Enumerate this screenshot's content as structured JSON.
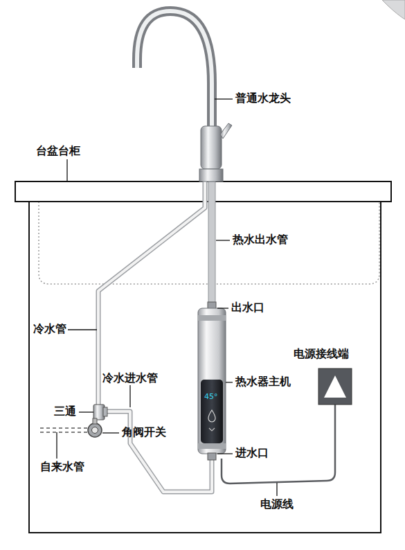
{
  "diagram": {
    "labels": [
      "普通水龙头",
      "台盆台柜",
      "热水出水管",
      "出水口",
      "冷水管",
      "电源接线端",
      "冷水进水管",
      "热水器主机",
      "45°",
      "三通",
      "角阀开关",
      "自来水管",
      "进水口",
      "电源线"
    ]
  }
}
